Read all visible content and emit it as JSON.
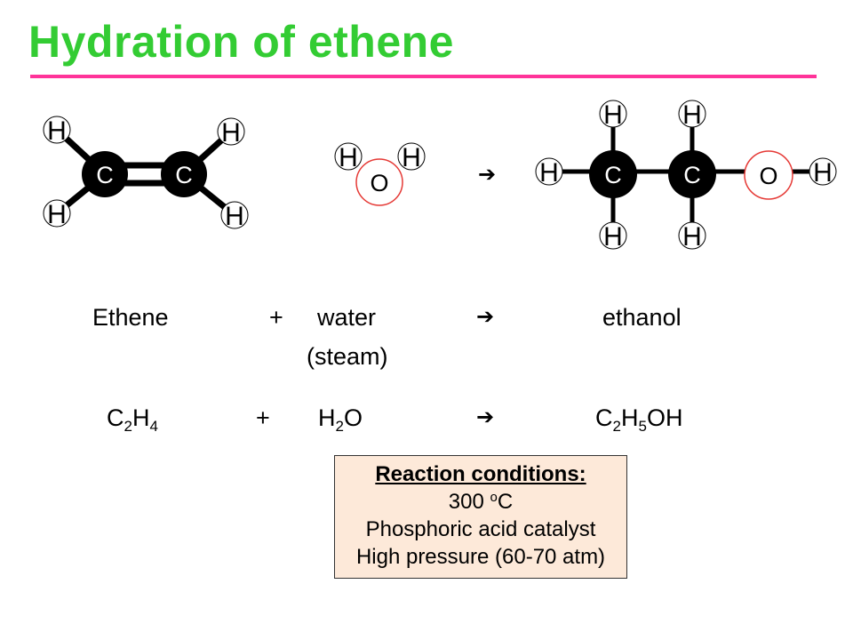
{
  "title": "Hydration of ethene",
  "atoms": {
    "carbon": "C",
    "hydrogen": "H",
    "oxygen": "O"
  },
  "arrow": "➔",
  "word_equation": {
    "reactant1": "Ethene",
    "plus": "+",
    "reactant2": "water",
    "reactant2_note": "(steam)",
    "product": "ethanol"
  },
  "formula_equation": {
    "reactant1": {
      "e1": "C",
      "n1": "2",
      "e2": "H",
      "n2": "4"
    },
    "plus": "+",
    "reactant2": {
      "e1": "H",
      "n1": "2",
      "e2": "O"
    },
    "product": {
      "e1": "C",
      "n1": "2",
      "e2": "H",
      "n2": "5",
      "e3": "OH"
    }
  },
  "conditions": {
    "heading": "Reaction conditions:",
    "temperature_value": "300",
    "temperature_degree": "o",
    "temperature_unit": "C",
    "catalyst": "Phosphoric acid catalyst",
    "pressure": "High pressure (60-70 atm)"
  },
  "colors": {
    "title": "#33cc33",
    "rule": "#ff3399",
    "oxygen_ring": "#e53935",
    "conditions_bg": "#fde9d9"
  }
}
